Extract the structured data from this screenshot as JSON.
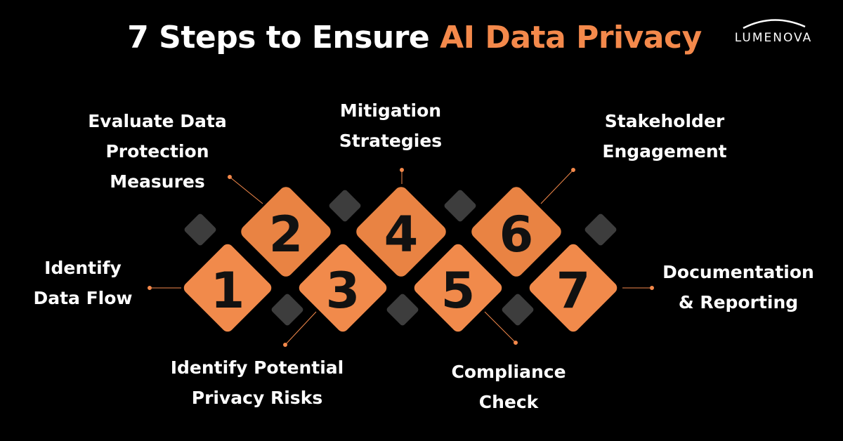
{
  "title": {
    "main": "7 Steps to Ensure ",
    "highlight": "AI Data Privacy"
  },
  "brand": {
    "name": "LUMENOVA"
  },
  "colors": {
    "accent": "#f4894b",
    "step_fill": "#f18a4b",
    "step_fill_alt": "#e98343",
    "decor": "#3d3d3d",
    "text": "#ffffff",
    "background": "#000000"
  },
  "steps": [
    {
      "number": "1",
      "label_lines": [
        "Identify",
        "Data Flow"
      ]
    },
    {
      "number": "2",
      "label_lines": [
        "Evaluate Data",
        "Protection",
        "Measures"
      ]
    },
    {
      "number": "3",
      "label_lines": [
        "Identify Potential",
        "Privacy Risks"
      ]
    },
    {
      "number": "4",
      "label_lines": [
        "Mitigation",
        "Strategies"
      ]
    },
    {
      "number": "5",
      "label_lines": [
        "Compliance",
        "Check"
      ]
    },
    {
      "number": "6",
      "label_lines": [
        "Stakeholder",
        "Engagement"
      ]
    },
    {
      "number": "7",
      "label_lines": [
        "Documentation",
        "& Reporting"
      ]
    }
  ]
}
